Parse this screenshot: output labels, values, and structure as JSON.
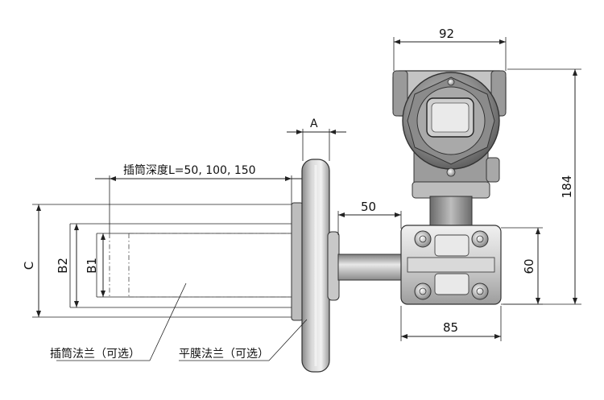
{
  "dimensions": {
    "width_top": "92",
    "height_total": "184",
    "flange_thickness": "A",
    "insertion_depth": "插筒深度L=50, 100, 150",
    "neck_length": "50",
    "body_height": "60",
    "body_width": "85",
    "dia_c": "C",
    "dia_b2": "B2",
    "dia_b1": "B1"
  },
  "callouts": {
    "barrel_flange": "插筒法兰（可选）",
    "flat_diaphragm_flange": "平膜法兰（可选）"
  },
  "colors": {
    "metal_light": "#e4e4e4",
    "metal_mid": "#b5b5b5",
    "metal_dark": "#6e6e6e",
    "line": "#222222"
  }
}
